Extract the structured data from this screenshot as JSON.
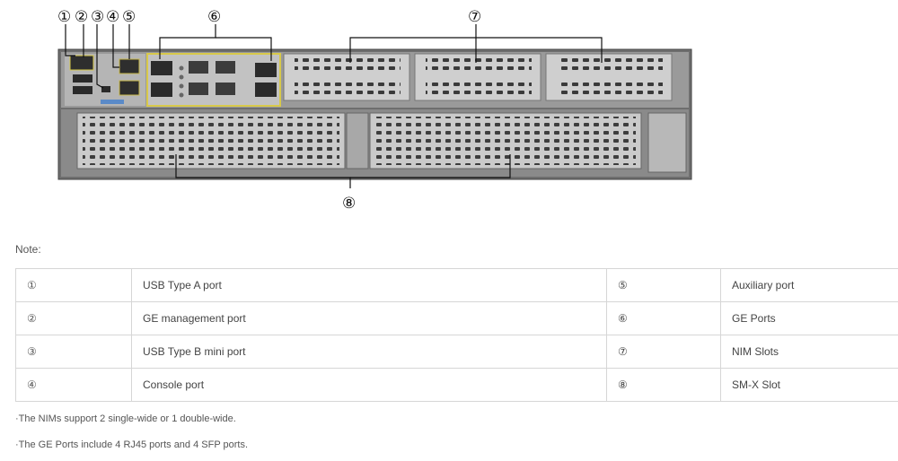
{
  "figure": {
    "callouts": [
      "①",
      "②",
      "③",
      "④",
      "⑤",
      "⑥",
      "⑦",
      "⑧"
    ]
  },
  "note_label": "Note:",
  "legend": [
    {
      "num": "①",
      "label": "USB Type A port",
      "num2": "⑤",
      "label2": "Auxiliary port"
    },
    {
      "num": "②",
      "label": "GE management port",
      "num2": "⑥",
      "label2": "GE Ports"
    },
    {
      "num": "③",
      "label": "USB Type B mini port",
      "num2": "⑦",
      "label2": "NIM Slots"
    },
    {
      "num": "④",
      "label": "Console port",
      "num2": "⑧",
      "label2": "SM-X Slot"
    }
  ],
  "footnotes": [
    "·The NIMs support 2 single-wide or 1 double-wide.",
    "·The GE Ports include 4 RJ45 ports and 4 SFP ports."
  ],
  "colors": {
    "chassis": "#7d7d7d",
    "panel": "#c9c9c9",
    "port_highlight": "#d8c94a",
    "text": "#444444"
  }
}
